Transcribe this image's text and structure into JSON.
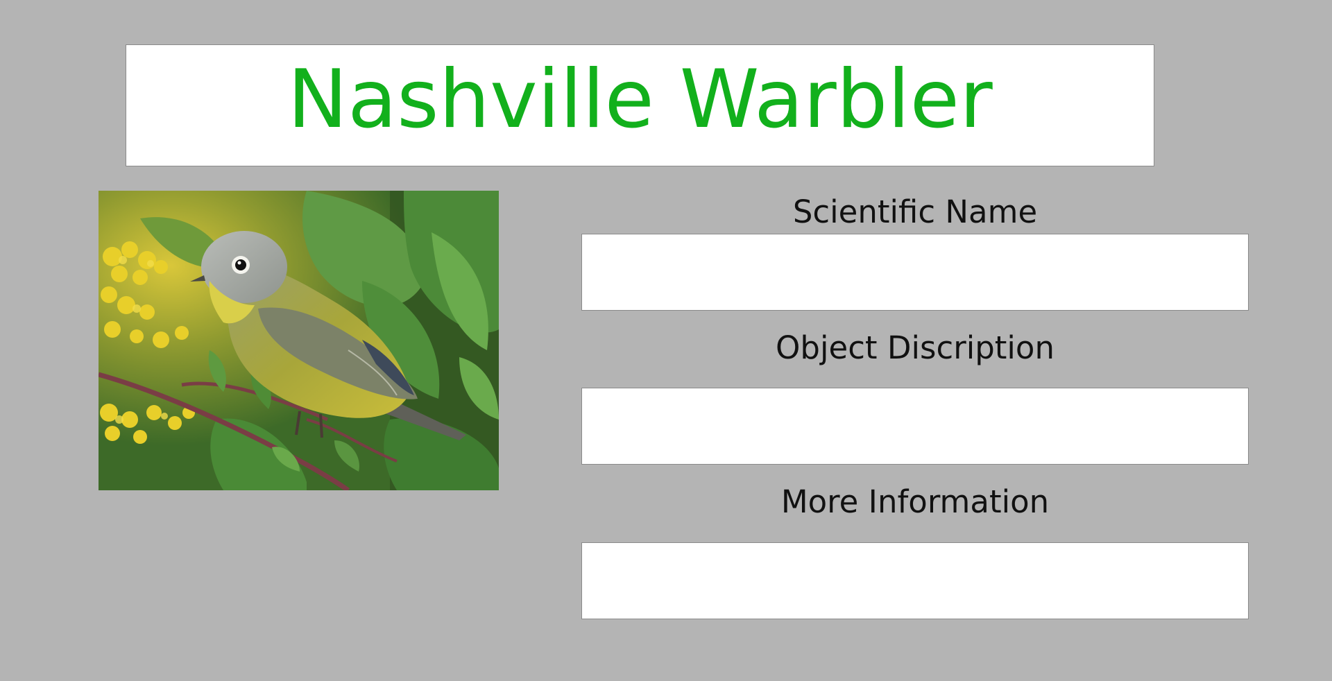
{
  "header": {
    "title": "Nashville Warbler",
    "title_color": "#12b01c"
  },
  "photo": {
    "subject": "bird-photo"
  },
  "fields": [
    {
      "label": "Scientific Name",
      "value": ""
    },
    {
      "label": "Object Discription",
      "value": ""
    },
    {
      "label": "More Information",
      "value": ""
    }
  ],
  "colors": {
    "background": "#b4b4b4",
    "box": "#ffffff",
    "label_text": "#111111"
  }
}
